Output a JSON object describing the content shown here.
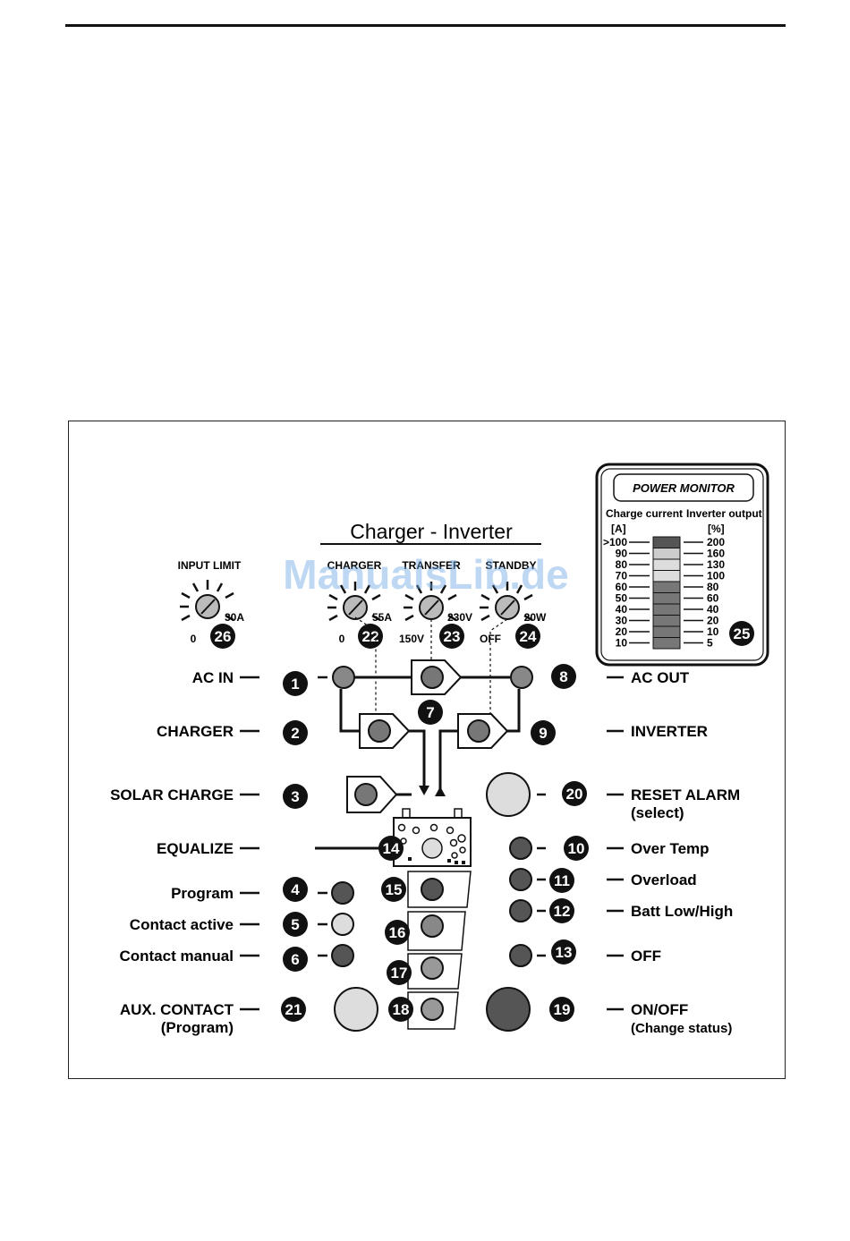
{
  "panel_title": "Charger - Inverter",
  "watermark": "ManualsLib.de",
  "knobs": {
    "input_limit": {
      "label": "INPUT LIMIT",
      "min": "0",
      "max": "30A",
      "num": "26"
    },
    "charger": {
      "label": "CHARGER",
      "min": "0",
      "max": "55A",
      "num": "22"
    },
    "transfer": {
      "label": "TRANSFER",
      "min": "150V",
      "max": "230V",
      "num": "23"
    },
    "standby": {
      "label": "STANDBY",
      "min": "OFF",
      "max": "20W",
      "num": "24"
    }
  },
  "left_labels": {
    "ac_in": {
      "text": "AC IN",
      "num": "1"
    },
    "charger": {
      "text": "CHARGER",
      "num": "2"
    },
    "solar": {
      "text": "SOLAR CHARGE",
      "num": "3"
    },
    "equalize": {
      "text": "EQUALIZE",
      "num": "14"
    },
    "program": {
      "text": "Program",
      "num": "4"
    },
    "contact_active": {
      "text": "Contact active",
      "num": "5"
    },
    "contact_manual": {
      "text": "Contact manual",
      "num": "6"
    },
    "aux_contact": {
      "text": "AUX. CONTACT",
      "sub": "(Program)",
      "num": "21"
    }
  },
  "right_labels": {
    "ac_out": {
      "text": "AC OUT",
      "num": "8"
    },
    "inverter": {
      "text": "INVERTER",
      "num": "9"
    },
    "reset_alarm": {
      "text": "RESET ALARM",
      "sub": "(select)",
      "num": "20"
    },
    "over_temp": {
      "text": "Over Temp",
      "num": "10"
    },
    "overload": {
      "text": "Overload",
      "num": "11"
    },
    "batt": {
      "text": "Batt Low/High",
      "num": "12"
    },
    "off": {
      "text": "OFF",
      "num": "13"
    },
    "on_off": {
      "text": "ON/OFF",
      "sub": "(Change status)",
      "num": "19"
    }
  },
  "center_nums": {
    "n7": "7",
    "n15": "15",
    "n16": "16",
    "n17": "17",
    "n18": "18"
  },
  "power_monitor": {
    "title": "POWER MONITOR",
    "col_left": "Charge current",
    "col_right": "Inverter output",
    "unit_left": "[A]",
    "unit_right": "[%]",
    "rows": [
      {
        "a": ">100",
        "p": "200"
      },
      {
        "a": "90",
        "p": "160"
      },
      {
        "a": "80",
        "p": "130"
      },
      {
        "a": "70",
        "p": "100"
      },
      {
        "a": "60",
        "p": "80"
      },
      {
        "a": "50",
        "p": "60"
      },
      {
        "a": "40",
        "p": "40"
      },
      {
        "a": "30",
        "p": "20"
      },
      {
        "a": "20",
        "p": "10"
      },
      {
        "a": "10",
        "p": "5"
      }
    ],
    "num": "25"
  }
}
